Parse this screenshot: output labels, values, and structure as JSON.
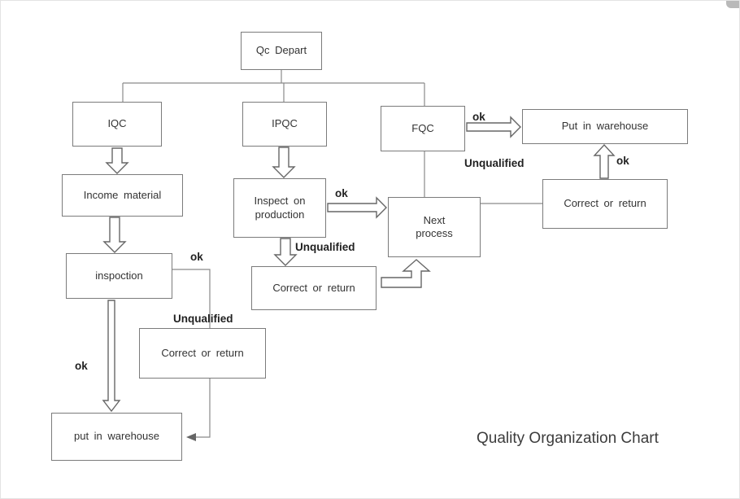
{
  "title": "Quality Organization Chart",
  "nodes": {
    "qc_depart": "Qc Depart",
    "iqc": "IQC",
    "ipqc": "IPQC",
    "fqc": "FQC",
    "warehouse_top": "Put in warehouse",
    "correct_return_fqc": "Correct or return",
    "income_material": "Income material",
    "inspoction": "inspoction",
    "correct_return_iqc": "Correct or return",
    "warehouse_bottom": "put in warehouse",
    "inspect_production": "Inspect on\nproduction",
    "next_process": "Next\nprocess",
    "correct_return_ipqc": "Correct or return"
  },
  "edge_labels": {
    "fqc_ok": "ok",
    "fqc_unqualified": "Unqualified",
    "return_ok": "ok",
    "ipqc_ok": "ok",
    "ipqc_unqualified": "Unqualified",
    "iqc_ok": "ok",
    "iqc_unqualified": "Unqualified",
    "iqc_ok_down": "ok"
  },
  "colors": {
    "box_border": "#7b7b7b",
    "line": "#8a8a8a",
    "arrow_outline": "#666666",
    "text": "#333333"
  }
}
